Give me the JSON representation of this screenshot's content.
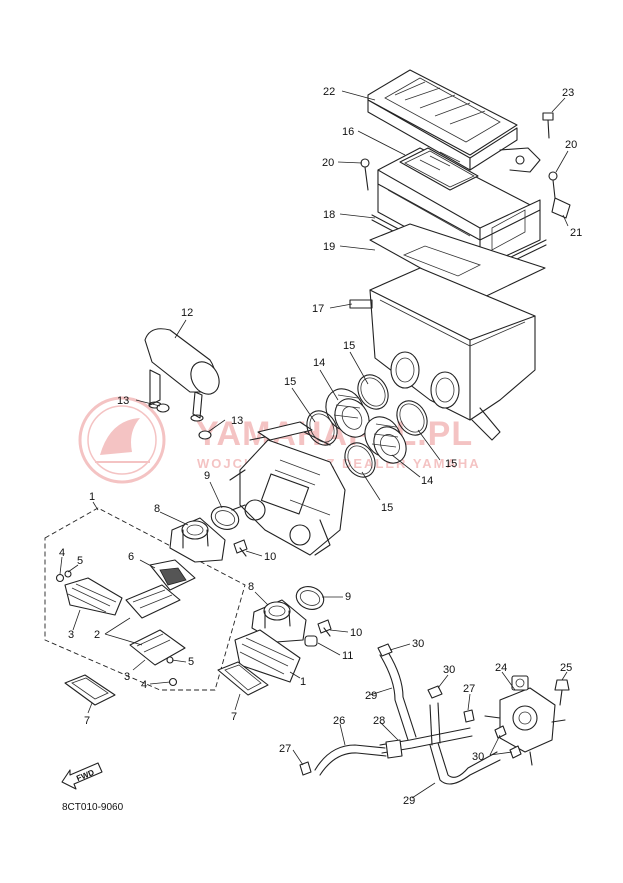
{
  "watermark": {
    "brand": "YAMAHAPEL.PL",
    "tagline": "WOJCIECHOWICZ DEALER YAMAHA",
    "color": "#e05555"
  },
  "diagram_code": "8CT010-9060",
  "fwd_label": "FWD",
  "callouts": [
    {
      "id": "c22",
      "text": "22"
    },
    {
      "id": "c23",
      "text": "23"
    },
    {
      "id": "c16",
      "text": "16"
    },
    {
      "id": "c20a",
      "text": "20"
    },
    {
      "id": "c20b",
      "text": "20"
    },
    {
      "id": "c18",
      "text": "18"
    },
    {
      "id": "c21",
      "text": "21"
    },
    {
      "id": "c19",
      "text": "19"
    },
    {
      "id": "c17",
      "text": "17"
    },
    {
      "id": "c12",
      "text": "12"
    },
    {
      "id": "c15a",
      "text": "15"
    },
    {
      "id": "c14a",
      "text": "14"
    },
    {
      "id": "c15b",
      "text": "15"
    },
    {
      "id": "c13a",
      "text": "13"
    },
    {
      "id": "c13b",
      "text": "13"
    },
    {
      "id": "c15c",
      "text": "15"
    },
    {
      "id": "c14b",
      "text": "14"
    },
    {
      "id": "c15d",
      "text": "15"
    },
    {
      "id": "c9a",
      "text": "9"
    },
    {
      "id": "c1a",
      "text": "1"
    },
    {
      "id": "c8a",
      "text": "8"
    },
    {
      "id": "c10a",
      "text": "10"
    },
    {
      "id": "c4a",
      "text": "4"
    },
    {
      "id": "c5a",
      "text": "5"
    },
    {
      "id": "c6",
      "text": "6"
    },
    {
      "id": "c3a",
      "text": "3"
    },
    {
      "id": "c2",
      "text": "2"
    },
    {
      "id": "c8b",
      "text": "8"
    },
    {
      "id": "c9b",
      "text": "9"
    },
    {
      "id": "c10b",
      "text": "10"
    },
    {
      "id": "c11",
      "text": "11"
    },
    {
      "id": "c5b",
      "text": "5"
    },
    {
      "id": "c3b",
      "text": "3"
    },
    {
      "id": "c4b",
      "text": "4"
    },
    {
      "id": "c1b",
      "text": "1"
    },
    {
      "id": "c7a",
      "text": "7"
    },
    {
      "id": "c7b",
      "text": "7"
    },
    {
      "id": "c30a",
      "text": "30"
    },
    {
      "id": "c30b",
      "text": "30"
    },
    {
      "id": "c24",
      "text": "24"
    },
    {
      "id": "c25",
      "text": "25"
    },
    {
      "id": "c27a",
      "text": "27"
    },
    {
      "id": "c29a",
      "text": "29"
    },
    {
      "id": "c26",
      "text": "26"
    },
    {
      "id": "c28",
      "text": "28"
    },
    {
      "id": "c30c",
      "text": "30"
    },
    {
      "id": "c27b",
      "text": "27"
    },
    {
      "id": "c29b",
      "text": "29"
    }
  ]
}
